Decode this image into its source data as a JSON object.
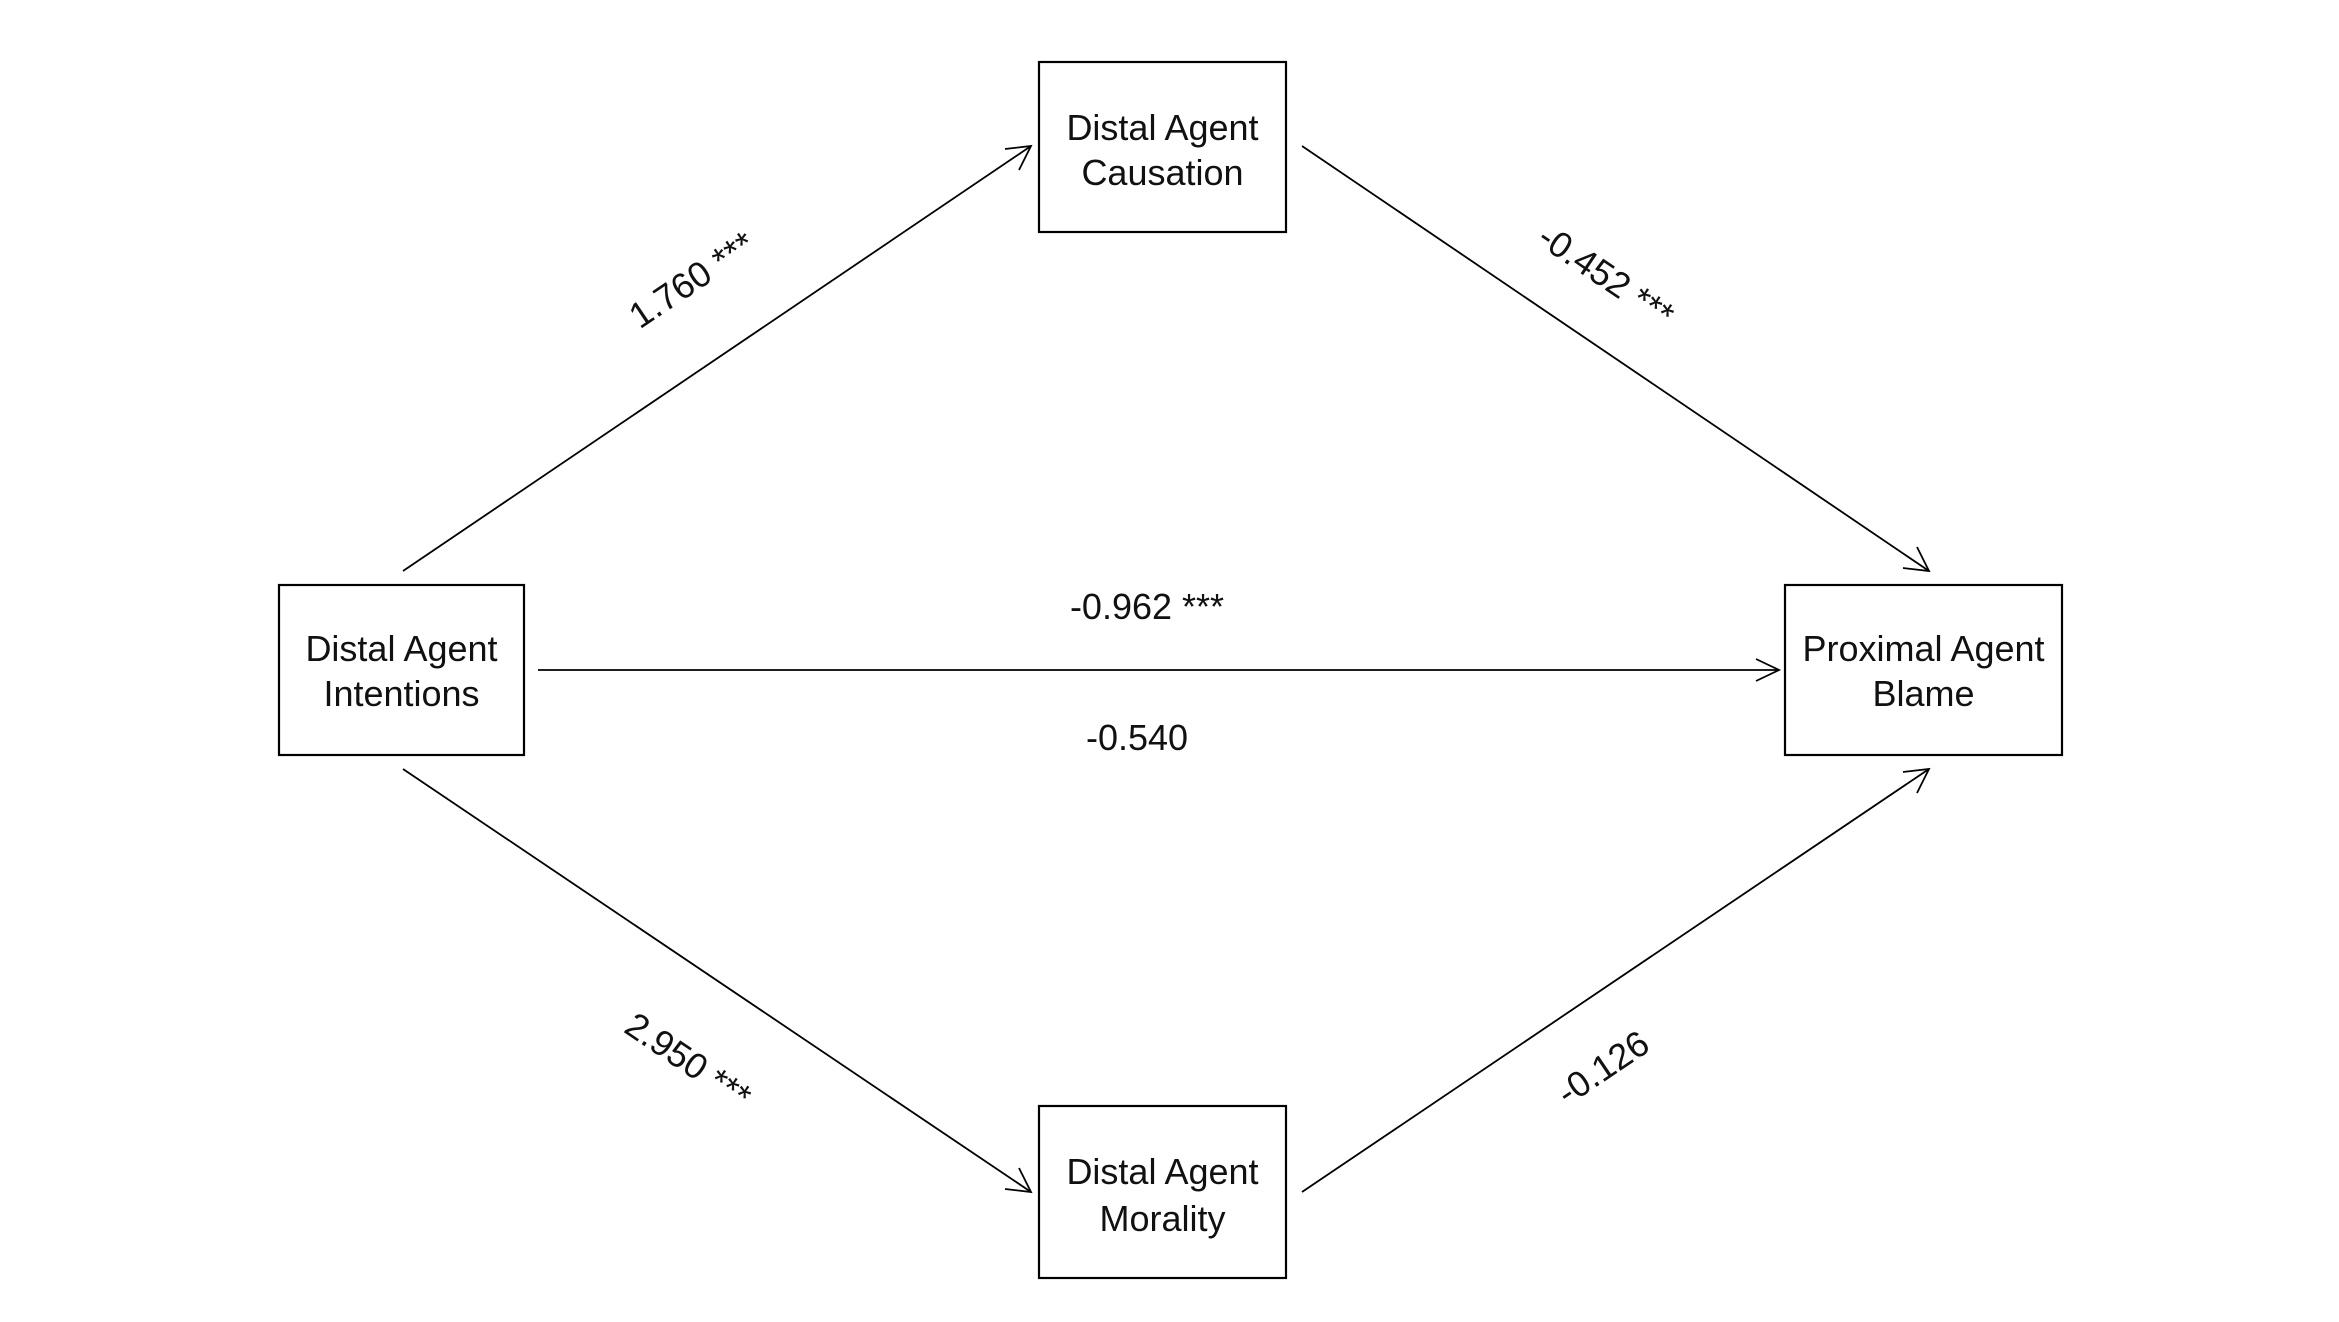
{
  "nodes": {
    "intentions": {
      "line1": "Distal Agent",
      "line2": "Intentions"
    },
    "causation": {
      "line1": "Distal Agent",
      "line2": "Causation"
    },
    "morality": {
      "line1": "Distal Agent",
      "line2": "Morality"
    },
    "blame": {
      "line1": "Proximal Agent",
      "line2": "Blame"
    }
  },
  "edges": {
    "intentions_to_causation": "1.760 ***",
    "causation_to_blame": "-0.452 ***",
    "intentions_to_blame_total": "-0.962 ***",
    "intentions_to_blame_direct": "-0.540",
    "intentions_to_morality": "2.950 ***",
    "morality_to_blame": "-0.126"
  }
}
